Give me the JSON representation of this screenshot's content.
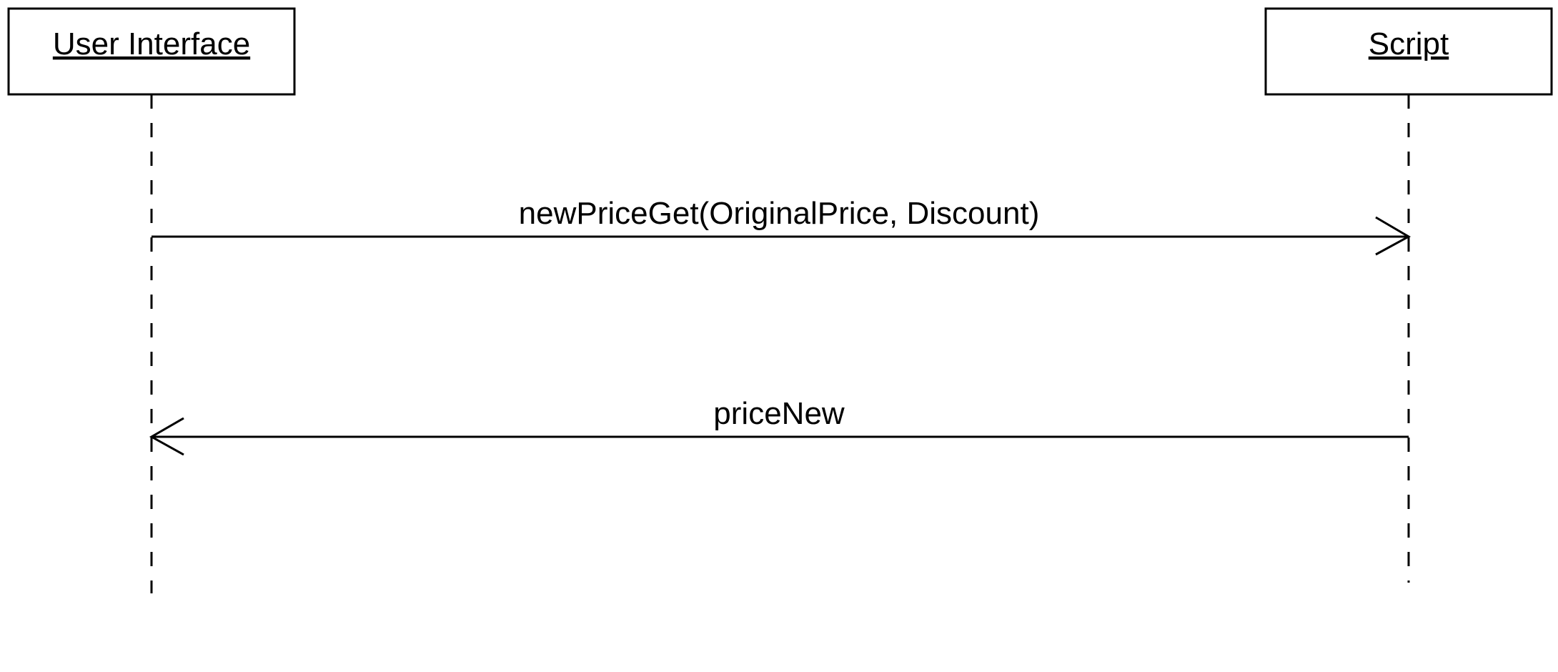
{
  "diagram": {
    "type": "sequence",
    "participants": [
      {
        "id": "ui",
        "label": "User Interface"
      },
      {
        "id": "script",
        "label": "Script"
      }
    ],
    "messages": [
      {
        "from": "ui",
        "to": "script",
        "label": "newPriceGet(OriginalPrice, Discount)",
        "kind": "call"
      },
      {
        "from": "script",
        "to": "ui",
        "label": "priceNew",
        "kind": "return"
      }
    ]
  }
}
